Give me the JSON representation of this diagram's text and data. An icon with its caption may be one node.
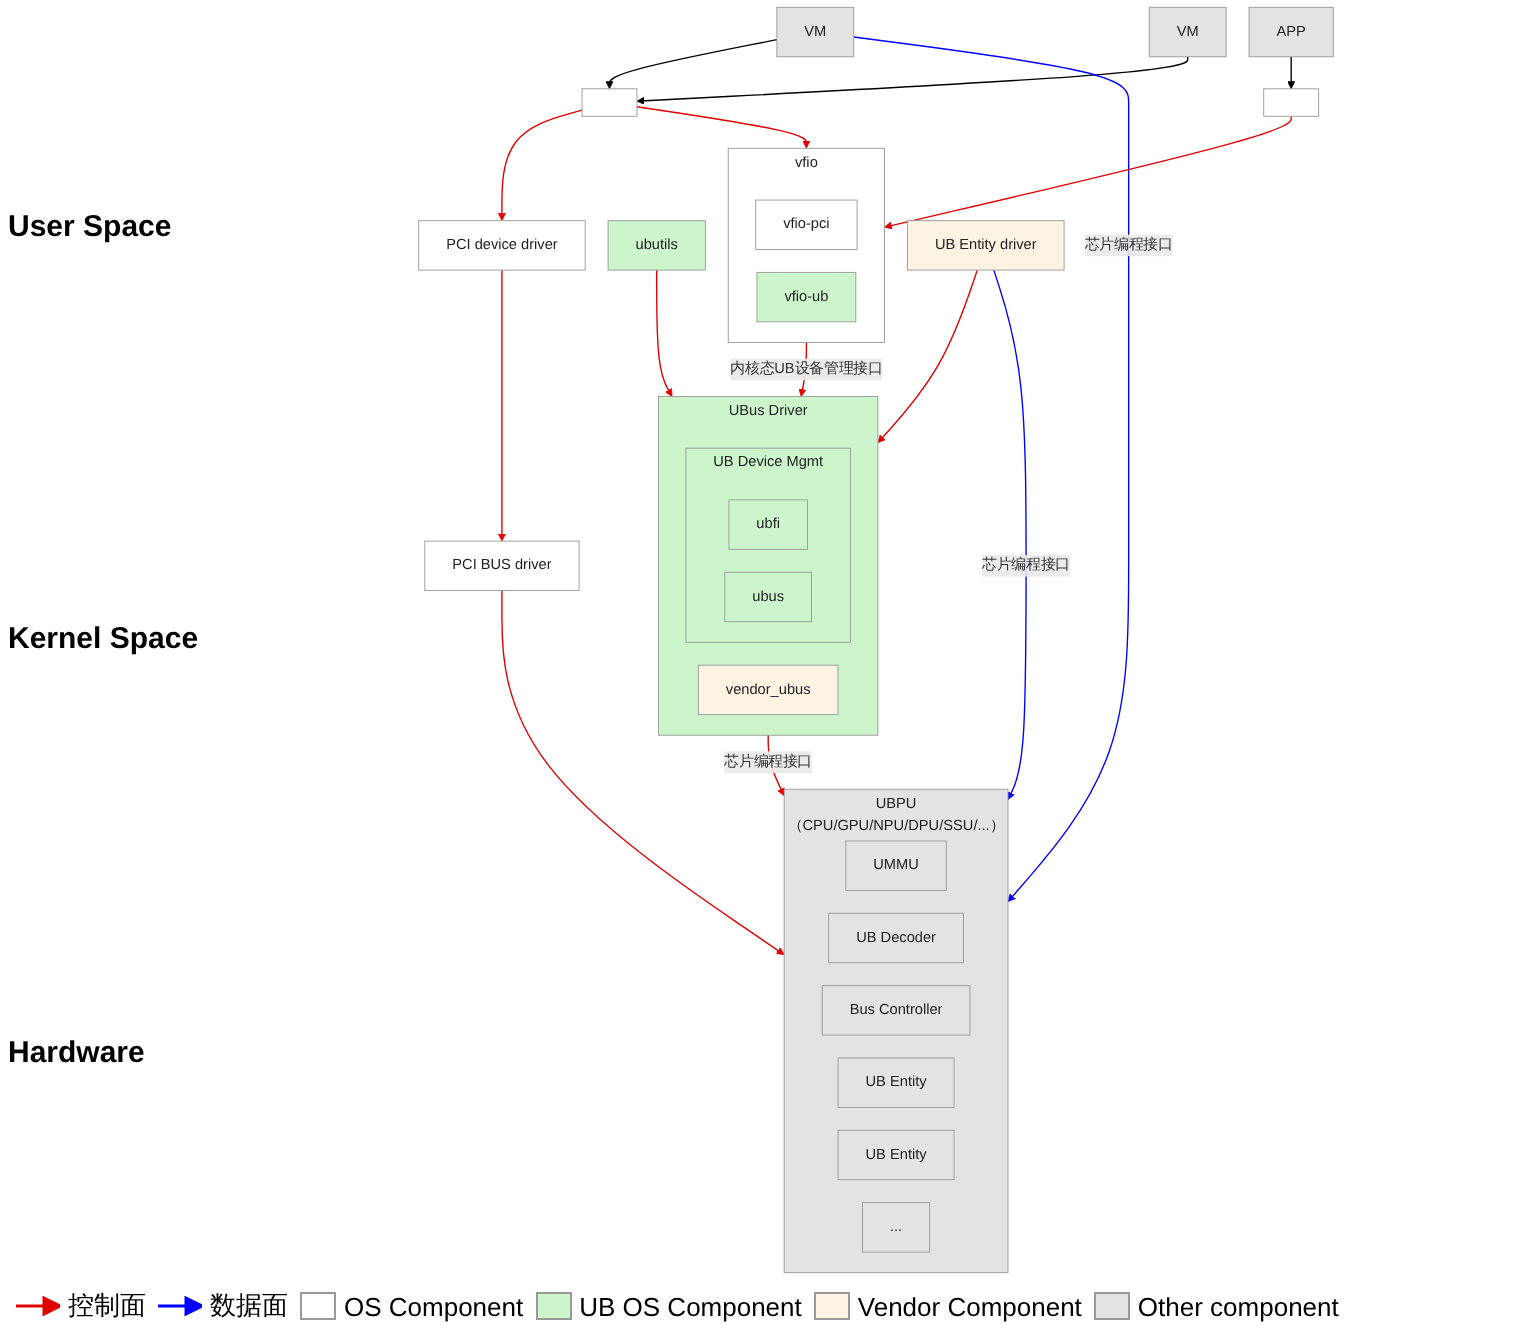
{
  "diagram": {
    "nodes": [
      {
        "text": [
          "VM"
        ]
      },
      {
        "text": [
          "VM"
        ]
      },
      {
        "text": [
          "APP"
        ]
      },
      {
        "text": [
          "ubutils"
        ]
      },
      {
        "text": [],
        "shape": "box"
      },
      {
        "text": [],
        "shape": "box"
      },
      {
        "text": [
          "PCI device driver"
        ]
      },
      {
        "text": [
          "vfio"
        ]
      },
      {
        "text": [
          "vfio-pci"
        ],
        "in": 7
      },
      {
        "text": [
          "vfio-ub"
        ],
        "in": 7
      },
      {
        "text": [
          "UB Entity driver"
        ]
      },
      {
        "text": [
          "PCI BUS driver"
        ]
      },
      {
        "text": [
          "UBus Driver"
        ]
      },
      {
        "text": [
          "UB Device Mgmt"
        ],
        "in": 12
      },
      {
        "text": [
          "ubfi"
        ],
        "in": 13
      },
      {
        "text": [
          "ubus"
        ],
        "in": 13
      },
      {
        "text": [
          "vendor_ubus"
        ],
        "in": 12
      },
      {
        "text": [
          "UBPU（CPU/GPU/NPU/DPU/SSU/...）"
        ]
      },
      {
        "text": [
          "UMMU"
        ],
        "in": 17
      },
      {
        "text": [
          "UB Decoder"
        ],
        "in": 17
      },
      {
        "text": [
          "Bus Controller"
        ],
        "in": 17
      },
      {
        "text": [
          "UB Entity"
        ],
        "in": 17
      },
      {
        "text": [
          "UB Entity"
        ],
        "in": 17
      },
      {
        "text": [
          "..."
        ],
        "in": 17
      }
    ],
    "edges": [
      {
        "from": 0,
        "to": 4,
        "arrow": "to",
        "color": "#000000"
      },
      {
        "from": 1,
        "to": 4,
        "arrow": "to",
        "color": "#000000"
      },
      {
        "from": 2,
        "to": 5,
        "arrow": "to",
        "color": "#000000"
      },
      {
        "from": 0,
        "to": 17,
        "arrow": "to",
        "label": "芯片编程接口",
        "color": "#0000ff"
      },
      {
        "from": 3,
        "to": 12,
        "arrow": "to"
      },
      {
        "from": 4,
        "to": 6,
        "arrow": "to"
      },
      {
        "from": 4,
        "to": 7,
        "arrow": "to"
      },
      {
        "from": 5,
        "to": 7,
        "arrow": "to"
      },
      {
        "from": 6,
        "to": 11,
        "arrow": "to"
      },
      {
        "from": 7,
        "to": 12,
        "arrow": "to",
        "label": "内核态UB设备管理接口"
      },
      {
        "from": 10,
        "to": 12,
        "arrow": "to"
      },
      {
        "from": 10,
        "to": 17,
        "arrow": "to",
        "label": "芯片编程接口",
        "color": "#0000ff"
      },
      {
        "from": 11,
        "to": 17,
        "arrow": "to"
      },
      {
        "from": 12,
        "to": 17,
        "arrow": "to",
        "label": "芯片编程接口"
      }
    ],
    "labels": [
      "User Space",
      "Kernel Space",
      "Hardware"
    ],
    "legend": [
      {
        "text": "控制面"
      },
      {
        "text": "数据面"
      },
      {
        "text": "OS Component",
        "color": "#ffffff"
      },
      {
        "text": "UB OS Component",
        "color": "#ccf5cc"
      },
      {
        "text": "Vendor Component",
        "color": "#fdf3e3"
      },
      {
        "text": "Other component",
        "color": "#e3e3e3"
      }
    ]
  }
}
